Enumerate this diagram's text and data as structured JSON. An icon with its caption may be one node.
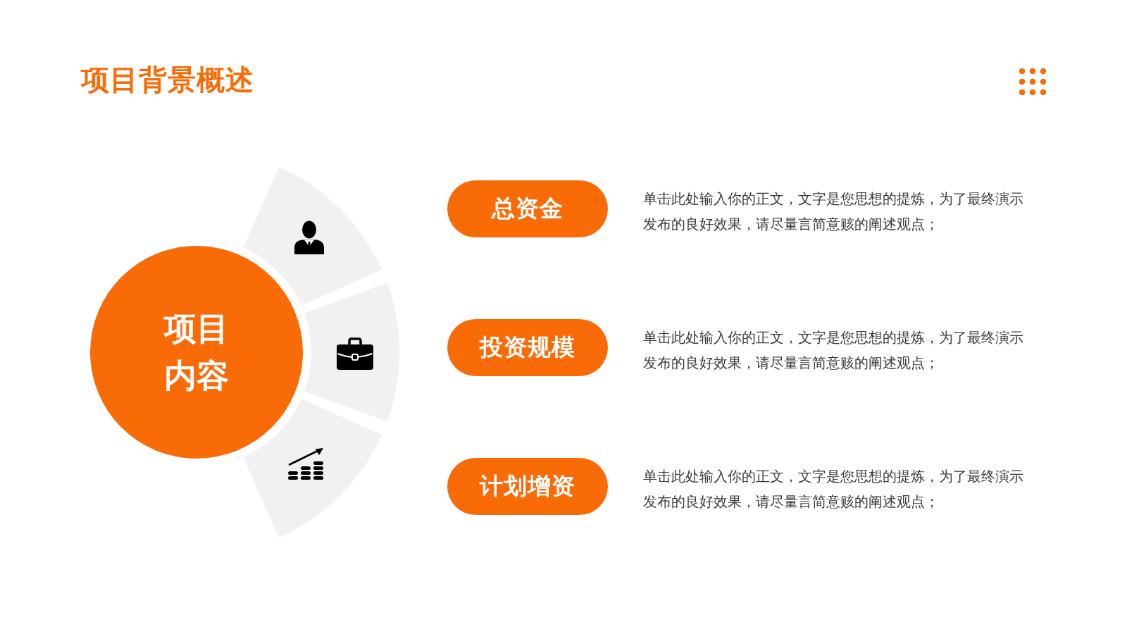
{
  "diagram": {
    "title": "项目背景概述",
    "nodes": [
      {
        "text": [
          "项目内容"
        ]
      },
      {
        "text": [
          "总资金"
        ],
        "beside": [
          "单击此处输入你的正文，文字是您思想的提炼，为了最终演示发布的良好效果，请尽量言简意赅的阐述观点；"
        ]
      },
      {
        "text": [
          "投资规模"
        ],
        "beside": [
          "单击此处输入你的正文，文字是您思想的提炼，为了最终演示发布的良好效果，请尽量言简意赅的阐述观点；"
        ]
      },
      {
        "text": [
          "计划增资"
        ],
        "beside": [
          "单击此处输入你的正文，文字是您思想的提炼，为了最终演示发布的良好效果，请尽量言简意赅的阐述观点；"
        ]
      }
    ]
  }
}
